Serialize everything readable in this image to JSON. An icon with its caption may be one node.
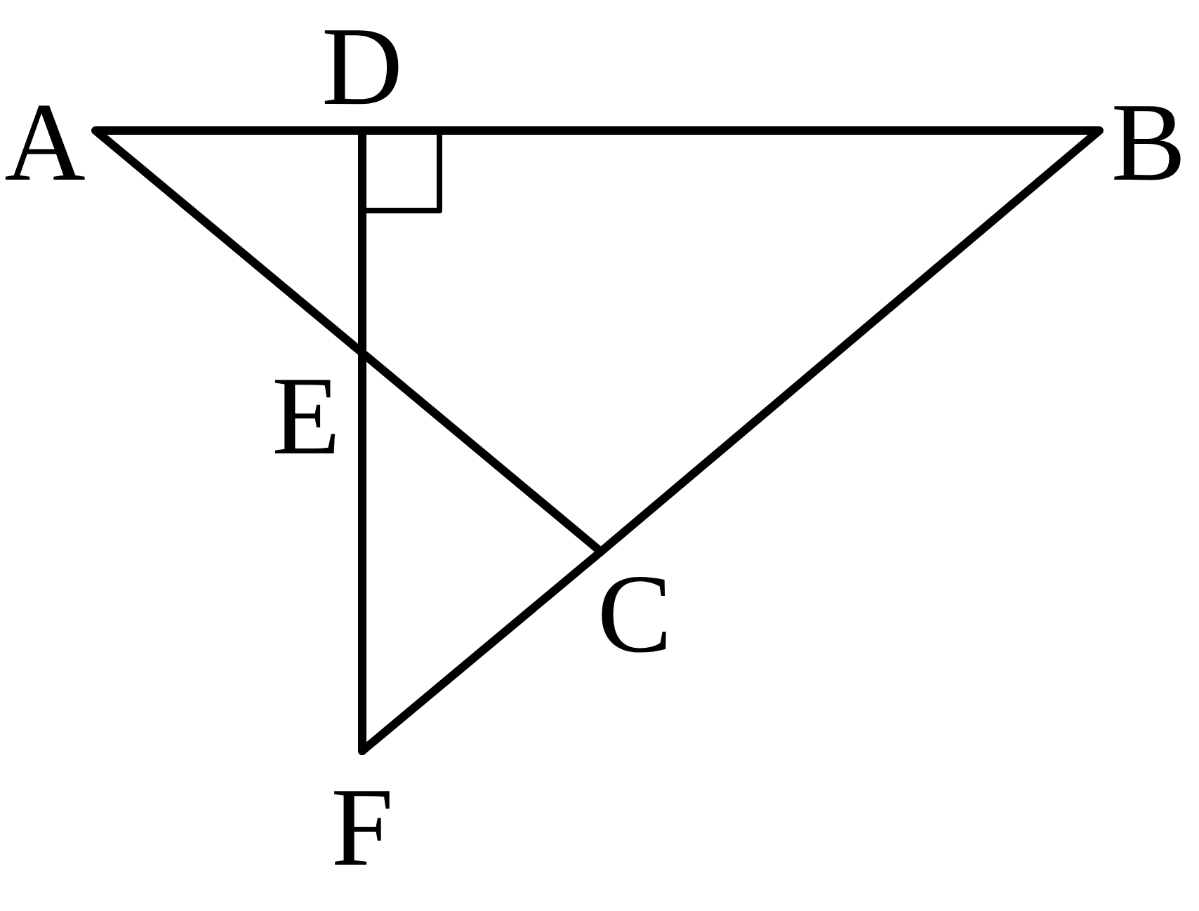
{
  "diagram": {
    "labels": [
      "D",
      "A",
      "B",
      "E",
      "C",
      "F"
    ]
  }
}
